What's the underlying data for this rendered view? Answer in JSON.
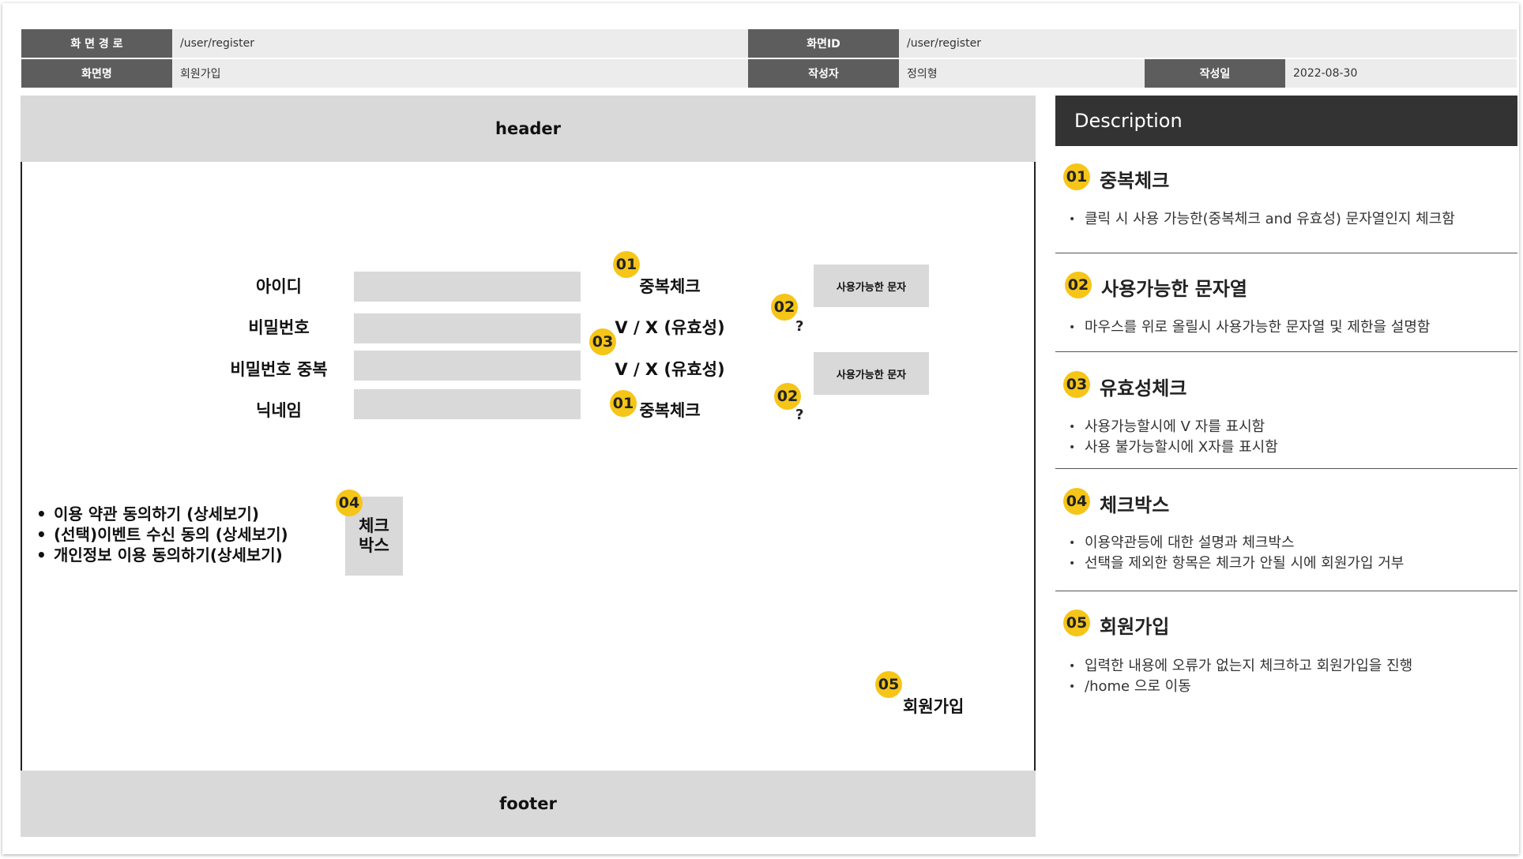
{
  "meta": {
    "path_label": "화 면 경 로",
    "path_value": "/user/register",
    "screen_id_label": "화면ID",
    "screen_id_value": "/user/register",
    "screen_name_label": "화면명",
    "screen_name_value": "회원가입",
    "author_label": "작성자",
    "author_value": "정의형",
    "date_label": "작성일",
    "date_value": "2022-08-30"
  },
  "wireframe": {
    "header": "header",
    "footer": "footer",
    "fields": [
      {
        "label": "아이디",
        "action": "중복체크"
      },
      {
        "label": "비밀번호",
        "action": "V / X (유효성)"
      },
      {
        "label": "비밀번호 중복",
        "action": "V / X (유효성)"
      },
      {
        "label": "닉네임",
        "action": "중복체크"
      }
    ],
    "tooltip_box_1": "사용가능한 문자",
    "tooltip_box_2": "사용가능한 문자",
    "question_1": "?",
    "question_2": "?",
    "terms": [
      "이용 약관 동의하기 (상세보기)",
      "(선택)이벤트 수신 동의 (상세보기)",
      "개인정보 이용 동의하기(상세보기)"
    ],
    "checkbox_label_line1": "체크",
    "checkbox_label_line2": "박스",
    "signup_button": "회원가입",
    "badges": {
      "b01": "01",
      "b02": "02",
      "b03": "03",
      "b04": "04",
      "b05": "05"
    }
  },
  "description": {
    "title": "Description",
    "items": [
      {
        "num": "01",
        "head": "중복체크",
        "bullets": [
          "클릭 시 사용 가능한(중복체크 and 유효성) 문자열인지 체크함"
        ]
      },
      {
        "num": "02",
        "head": "사용가능한 문자열",
        "bullets": [
          "마우스를 위로 올릴시 사용가능한 문자열 및 제한을 설명함"
        ]
      },
      {
        "num": "03",
        "head": "유효성체크",
        "bullets": [
          "사용가능할시에 V 자를 표시함",
          "사용 불가능할시에 X자를 표시함"
        ]
      },
      {
        "num": "04",
        "head": "체크박스",
        "bullets": [
          "이용약관등에 대한 설명과 체크박스",
          "선택을 제외한 항목은 체크가 안될 시에 회원가입 거부"
        ]
      },
      {
        "num": "05",
        "head": "회원가입",
        "bullets": [
          "입력한 내용에 오류가 없는지 체크하고 회원가입을 진행",
          "/home 으로 이동"
        ]
      }
    ]
  },
  "colors": {
    "badge": "#f5c518",
    "label_bg": "#5d5d5d",
    "value_bg": "#ececec",
    "wire_gray": "#d9d9d9",
    "desc_title_bg": "#333333"
  }
}
